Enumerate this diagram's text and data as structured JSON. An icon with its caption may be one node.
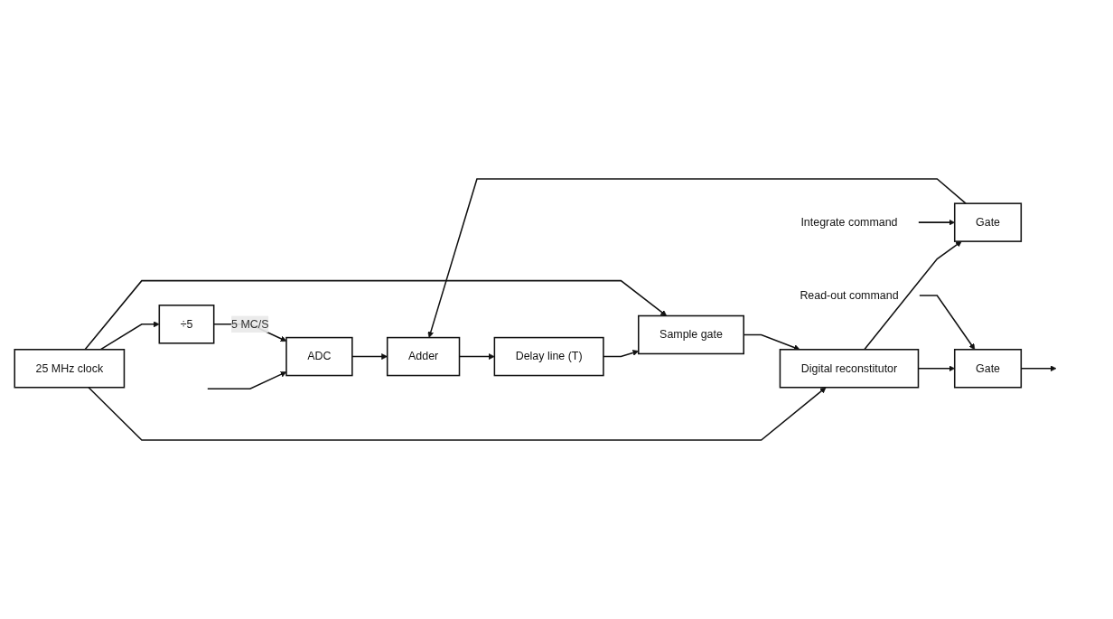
{
  "diagram": {
    "nodes": [
      {
        "text": [
          "÷5"
        ]
      },
      {
        "text": [
          "25 MHz clock"
        ]
      },
      {
        "text": [
          "ADC"
        ]
      },
      {
        "text": [
          "Adder"
        ]
      },
      {
        "text": [
          "Delay line (T)"
        ]
      },
      {
        "text": [
          "Sample gate"
        ]
      },
      {
        "text": [
          "Gate"
        ]
      },
      {
        "text": [
          "Digital reconstitutor"
        ]
      },
      {
        "text": [
          "Gate"
        ]
      },
      {
        "text": [
          "Integrate command"
        ]
      },
      {
        "text": [
          "Read-out command"
        ]
      }
    ],
    "edges": [
      {
        "from": null,
        "to": 2,
        "arrow": "to"
      },
      {
        "from": 1,
        "to": 0,
        "arrow": "to"
      },
      {
        "from": 0,
        "to": 2,
        "arrow": "to",
        "label": "5 MC/S"
      },
      {
        "from": 2,
        "to": 3,
        "arrow": "to"
      },
      {
        "from": 3,
        "to": 4,
        "arrow": "to"
      },
      {
        "from": 4,
        "to": 5,
        "arrow": "to"
      },
      {
        "from": 1,
        "to": 5,
        "arrow": "to"
      },
      {
        "from": 1,
        "to": 7,
        "arrow": "to"
      },
      {
        "from": 5,
        "to": 7,
        "arrow": "to"
      },
      {
        "from": 7,
        "to": 6,
        "arrow": "to"
      },
      {
        "from": 6,
        "to": 3,
        "arrow": "to"
      },
      {
        "from": 7,
        "to": 8,
        "arrow": "to"
      },
      {
        "from": 8,
        "to": null,
        "arrow": "to"
      },
      {
        "from": 9,
        "to": 6,
        "arrow": "to"
      },
      {
        "from": 10,
        "to": 8,
        "arrow": "to"
      }
    ]
  }
}
